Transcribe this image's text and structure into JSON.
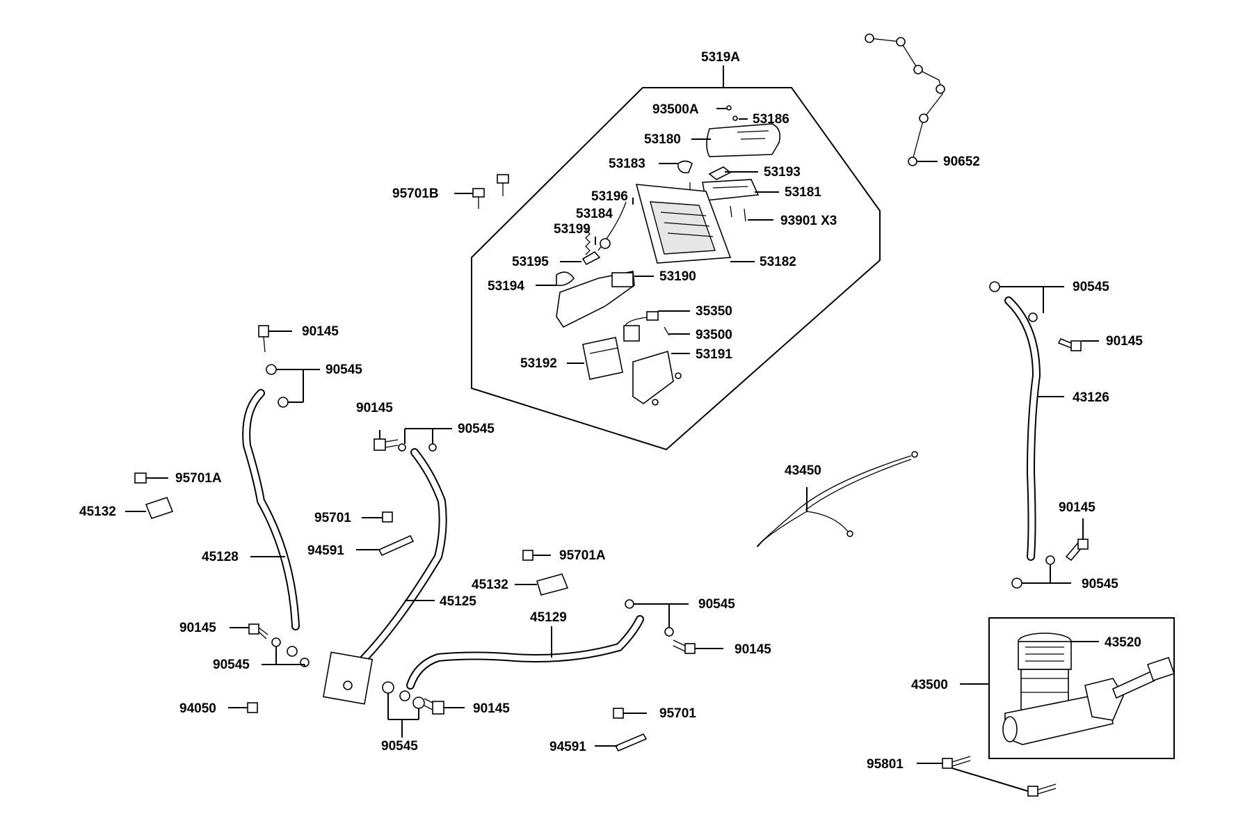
{
  "labels": {
    "l5319A": "5319A",
    "l93500A": "93500A",
    "l53186": "53186",
    "l53180": "53180",
    "l53183": "53183",
    "l53193": "53193",
    "l53181": "53181",
    "l53196": "53196",
    "l53184": "53184",
    "l93901": "93901 X3",
    "l53199": "53199",
    "l53195": "53195",
    "l53182": "53182",
    "l53194": "53194",
    "l53190": "53190",
    "l35350": "35350",
    "l93500": "93500",
    "l53192": "53192",
    "l53191": "53191",
    "l95701B": "95701B",
    "l90652": "90652",
    "r90545a": "90545",
    "r90145a": "90145",
    "r43126": "43126",
    "r90145b": "90145",
    "r90545b": "90545",
    "r43520": "43520",
    "r43500": "43500",
    "r95801": "95801",
    "c43450": "43450",
    "lf90145a": "90145",
    "lf90545a": "90545",
    "lf95701A": "95701A",
    "lf45132": "45132",
    "lf45128": "45128",
    "lf90145b": "90145",
    "lf90545b": "90545",
    "lf94050": "94050",
    "m90145a": "90145",
    "m90545a": "90545",
    "m95701": "95701",
    "m94591": "94591",
    "m45125": "45125",
    "m95701A": "95701A",
    "m45132": "45132",
    "m45129": "45129",
    "m90545b": "90545",
    "m90145b": "90145",
    "m90145c": "90145",
    "m90545c": "90545",
    "b95701": "95701",
    "b94591": "94591"
  }
}
